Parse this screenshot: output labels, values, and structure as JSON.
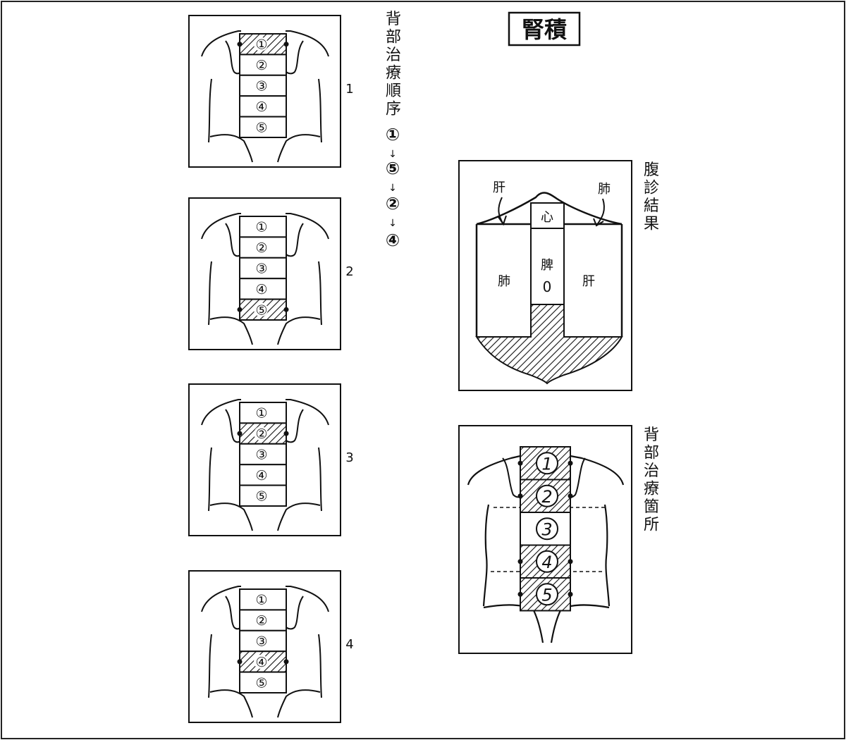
{
  "title": "腎積",
  "sequence": {
    "heading": "背部治療順序",
    "steps": [
      "①",
      "⑤",
      "②",
      "④"
    ],
    "arrow": "↓"
  },
  "panels": [
    {
      "number": "1",
      "highlight": 1
    },
    {
      "number": "2",
      "highlight": 5
    },
    {
      "number": "3",
      "highlight": 2
    },
    {
      "number": "4",
      "highlight": 4
    }
  ],
  "segment_labels": [
    "①",
    "②",
    "③",
    "④",
    "⑤"
  ],
  "abdomen": {
    "heading": "腹診結果",
    "top_left": "肝",
    "top_right": "肺",
    "heart": "心",
    "spleen": "脾",
    "spleen_value": "0",
    "left_region": "肺",
    "right_region": "肝"
  },
  "back_points": {
    "heading": "背部治療箇所",
    "labels": [
      "1",
      "2",
      "3",
      "4",
      "5"
    ],
    "hatched": [
      1,
      2,
      4,
      5
    ]
  }
}
